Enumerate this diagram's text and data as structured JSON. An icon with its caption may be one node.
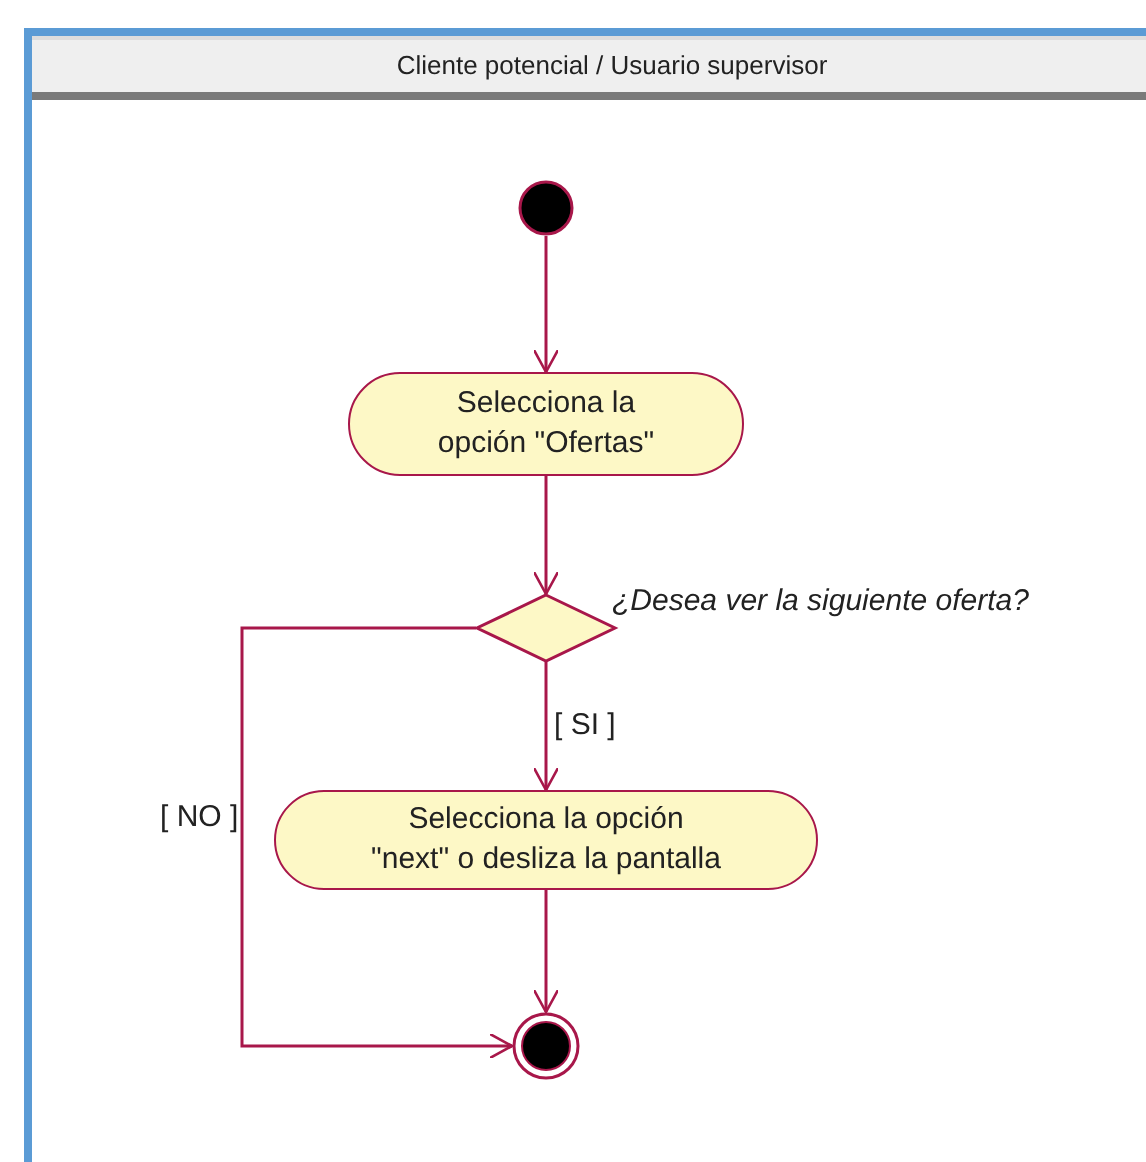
{
  "diagram": {
    "nodes": [
      {
        "text": [
          "Cliente potencial / Usuario supervisor"
        ]
      },
      {
        "text": [],
        "shape": "circle",
        "in": 0
      },
      {
        "text": [
          "Selecciona la opción \"Ofertas\""
        ],
        "in": 0
      },
      {
        "text": [],
        "shape": "diamond",
        "in": 0,
        "beside": [
          "¿Desea ver la siguiente oferta?"
        ]
      },
      {
        "text": [
          "Selecciona la opción \"next\" o desliza la pantalla"
        ],
        "in": 0
      },
      {
        "text": [],
        "shape": "circle",
        "in": 0
      }
    ],
    "edges": [
      {
        "from": 1,
        "to": 2,
        "arrow": "to"
      },
      {
        "from": 2,
        "to": 3,
        "arrow": "to"
      },
      {
        "from": 3,
        "to": 4,
        "arrow": "to",
        "label": "[ SI ]"
      },
      {
        "from": 4,
        "to": 5,
        "arrow": "to"
      },
      {
        "from": 3,
        "to": 5,
        "arrow": "to",
        "label": "[ NO ]"
      }
    ]
  }
}
